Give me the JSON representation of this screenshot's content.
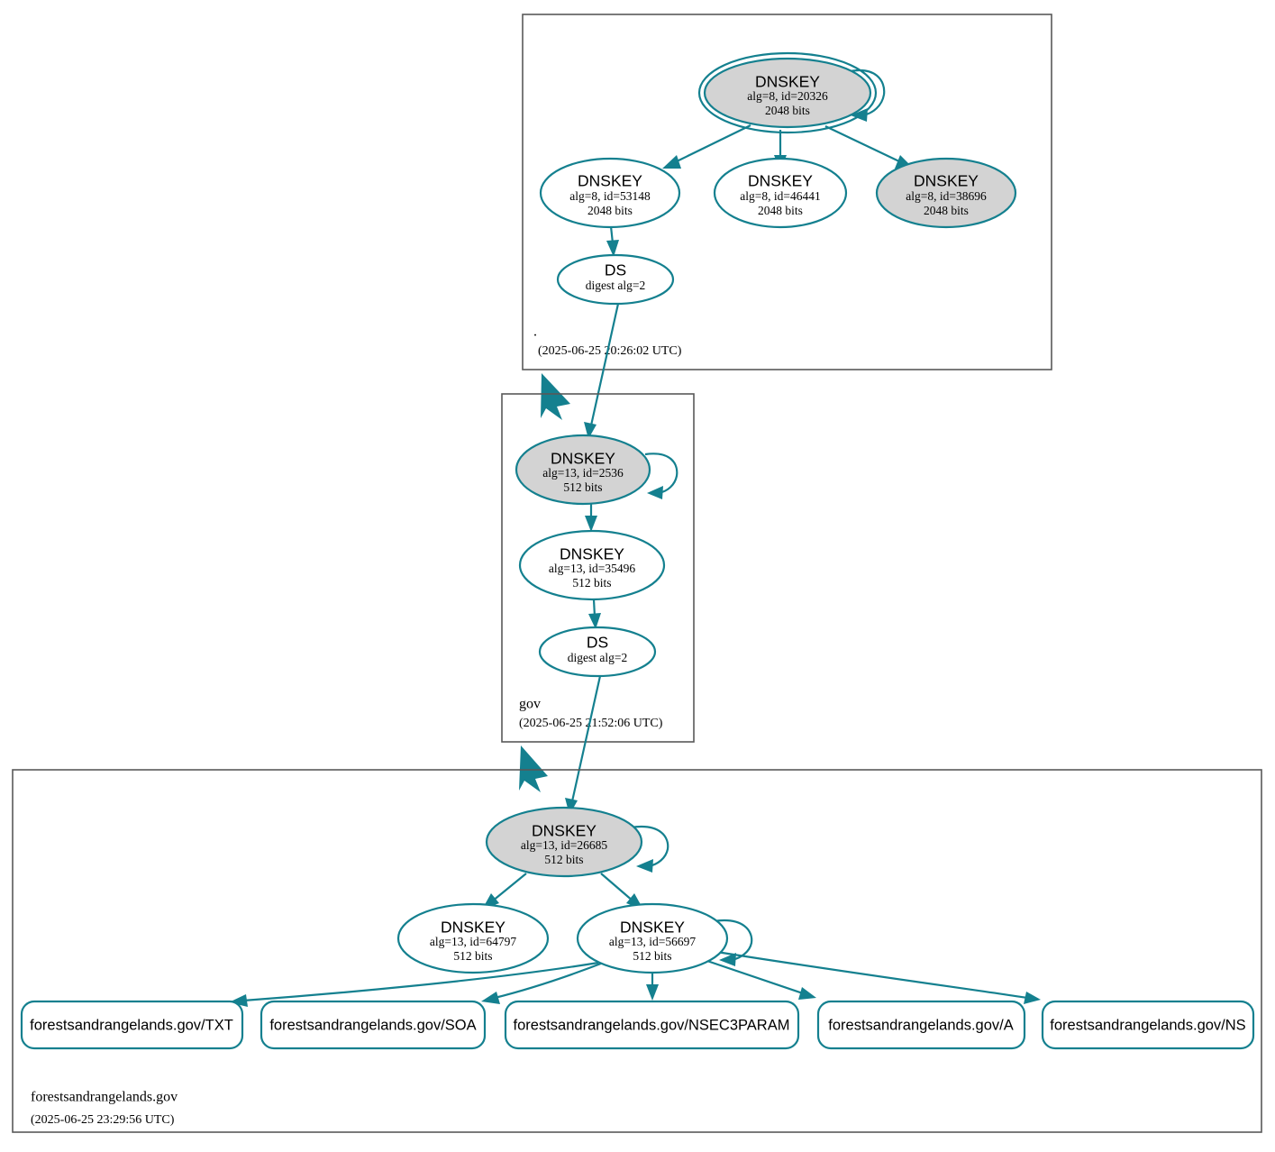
{
  "diagram": {
    "type": "dnssec-chain-of-trust",
    "colors": {
      "accent": "#14808f",
      "node_fill_secure": "#d3d3d3",
      "node_fill_plain": "#ffffff",
      "zone_border": "#595959",
      "background": "#ffffff"
    }
  },
  "zones": [
    {
      "id": "root",
      "name": ".",
      "timestamp": "(2025-06-25 20:26:02 UTC)",
      "nodes": [
        {
          "id": "root-ksk",
          "kind": "DNSKEY",
          "title": "DNSKEY",
          "line2": "alg=8, id=20326",
          "line3": "2048 bits",
          "alg": 8,
          "key_id": 20326,
          "bits": 2048,
          "sep": true,
          "shaded": true,
          "self_signed": true
        },
        {
          "id": "root-zsk-53148",
          "kind": "DNSKEY",
          "title": "DNSKEY",
          "line2": "alg=8, id=53148",
          "line3": "2048 bits",
          "alg": 8,
          "key_id": 53148,
          "bits": 2048,
          "sep": false,
          "shaded": false,
          "self_signed": false
        },
        {
          "id": "root-zsk-46441",
          "kind": "DNSKEY",
          "title": "DNSKEY",
          "line2": "alg=8, id=46441",
          "line3": "2048 bits",
          "alg": 8,
          "key_id": 46441,
          "bits": 2048,
          "sep": false,
          "shaded": false,
          "self_signed": false
        },
        {
          "id": "root-zsk-38696",
          "kind": "DNSKEY",
          "title": "DNSKEY",
          "line2": "alg=8, id=38696",
          "line3": "2048 bits",
          "alg": 8,
          "key_id": 38696,
          "bits": 2048,
          "sep": false,
          "shaded": true,
          "self_signed": false
        },
        {
          "id": "root-ds",
          "kind": "DS",
          "title": "DS",
          "line2": "digest alg=2",
          "line3": "",
          "digest_alg": 2,
          "shaded": false
        }
      ]
    },
    {
      "id": "gov",
      "name": "gov",
      "timestamp": "(2025-06-25 21:52:06 UTC)",
      "nodes": [
        {
          "id": "gov-ksk",
          "kind": "DNSKEY",
          "title": "DNSKEY",
          "line2": "alg=13, id=2536",
          "line3": "512 bits",
          "alg": 13,
          "key_id": 2536,
          "bits": 512,
          "sep": false,
          "shaded": true,
          "self_signed": true
        },
        {
          "id": "gov-zsk-35496",
          "kind": "DNSKEY",
          "title": "DNSKEY",
          "line2": "alg=13, id=35496",
          "line3": "512 bits",
          "alg": 13,
          "key_id": 35496,
          "bits": 512,
          "sep": false,
          "shaded": false,
          "self_signed": false
        },
        {
          "id": "gov-ds",
          "kind": "DS",
          "title": "DS",
          "line2": "digest alg=2",
          "line3": "",
          "digest_alg": 2,
          "shaded": false
        }
      ]
    },
    {
      "id": "forestsandrangelands",
      "name": "forestsandrangelands.gov",
      "timestamp": "(2025-06-25 23:29:56 UTC)",
      "nodes": [
        {
          "id": "far-ksk",
          "kind": "DNSKEY",
          "title": "DNSKEY",
          "line2": "alg=13, id=26685",
          "line3": "512 bits",
          "alg": 13,
          "key_id": 26685,
          "bits": 512,
          "sep": false,
          "shaded": true,
          "self_signed": true
        },
        {
          "id": "far-zsk-64797",
          "kind": "DNSKEY",
          "title": "DNSKEY",
          "line2": "alg=13, id=64797",
          "line3": "512 bits",
          "alg": 13,
          "key_id": 64797,
          "bits": 512,
          "sep": false,
          "shaded": false,
          "self_signed": false
        },
        {
          "id": "far-zsk-56697",
          "kind": "DNSKEY",
          "title": "DNSKEY",
          "line2": "alg=13, id=56697",
          "line3": "512 bits",
          "alg": 13,
          "key_id": 56697,
          "bits": 512,
          "sep": false,
          "shaded": false,
          "self_signed": true
        }
      ],
      "rrsets": [
        {
          "id": "rr-txt",
          "label": "forestsandrangelands.gov/TXT"
        },
        {
          "id": "rr-soa",
          "label": "forestsandrangelands.gov/SOA"
        },
        {
          "id": "rr-nsec3param",
          "label": "forestsandrangelands.gov/NSEC3PARAM"
        },
        {
          "id": "rr-a",
          "label": "forestsandrangelands.gov/A"
        },
        {
          "id": "rr-ns",
          "label": "forestsandrangelands.gov/NS"
        }
      ]
    }
  ]
}
